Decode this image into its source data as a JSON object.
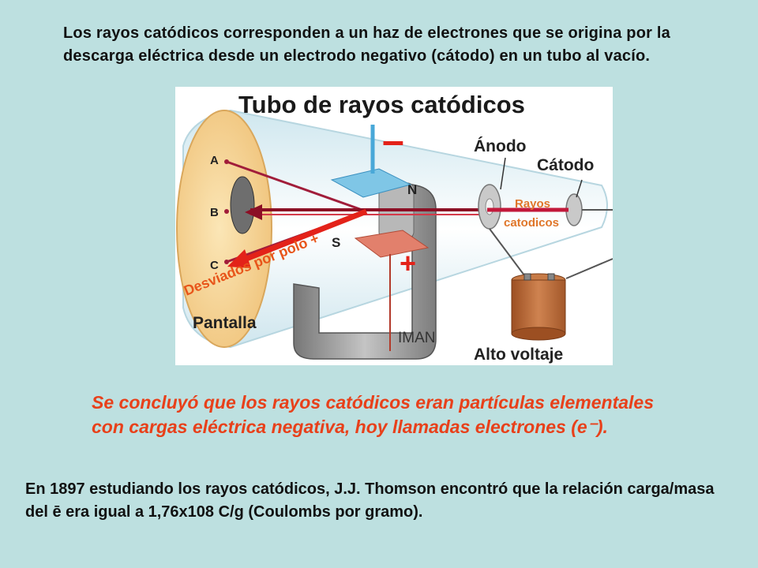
{
  "intro_text": "Los rayos catódicos corresponden a un haz de electrones que se origina por la descarga eléctrica desde un electrodo negativo (cátodo) en un tubo al vacío.",
  "diagram": {
    "title": "Tubo de rayos catódicos",
    "minus_sign": "–",
    "plus_sign": "+",
    "label_anodo": "Ánodo",
    "label_catodo": "Cátodo",
    "label_rayos_line1": "Rayos",
    "label_rayos_line2": "catodicos",
    "label_n": "N",
    "label_s": "S",
    "label_a": "A",
    "label_b": "B",
    "label_c": "C",
    "label_desviados": "Desviados por polo +",
    "label_pantalla": "Pantalla",
    "label_iman": "IMAN",
    "label_alto_voltaje": "Alto voltaje",
    "colors": {
      "red": "#e32219",
      "beam": "#b0102a",
      "screen": "#f5d9a0",
      "magnet": "#9a9a9a",
      "battery": "#b5642e"
    }
  },
  "conclusion_text": "Se concluyó que los rayos catódicos eran partículas elementales con cargas eléctrica negativa, hoy llamadas electrones (e⁻).",
  "thomson_text": "En 1897 estudiando los rayos catódicos, J.J. Thomson encontró que la relación carga/masa del ē era igual a 1,76x108 C/g (Coulombs por gramo)."
}
